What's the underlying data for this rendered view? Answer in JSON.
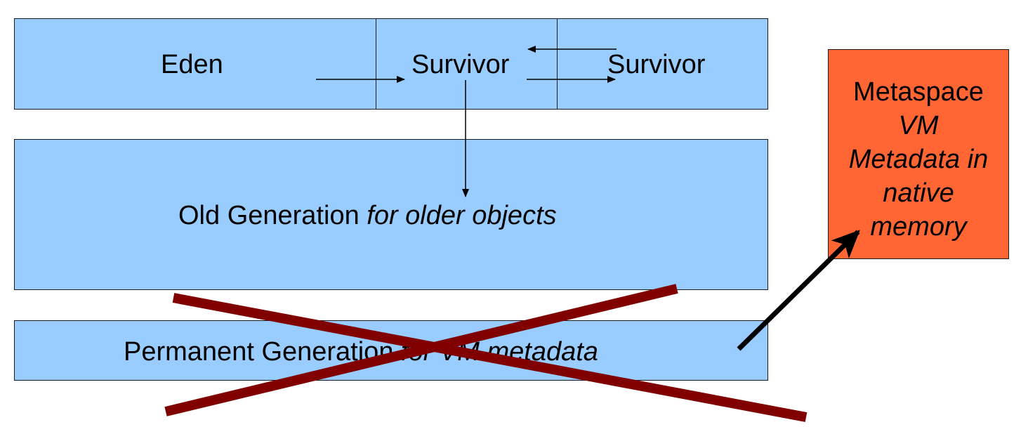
{
  "young_generation": {
    "eden_label": "Eden",
    "survivor_from_label": "Survivor",
    "survivor_to_label": "Survivor"
  },
  "old_generation": {
    "label_regular": "Old Generation ",
    "label_italic": "for older objects"
  },
  "permanent_generation": {
    "label_regular": "Permanent Generation ",
    "label_italic": "for VM metadata",
    "status": "removed (crossed out)"
  },
  "metaspace": {
    "title": "Metaspace",
    "description_lines": [
      "VM",
      "Metadata in",
      "native",
      "memory"
    ]
  },
  "colors": {
    "region_fill": "#99ccff",
    "metaspace_fill": "#ff6633",
    "cross_out": "#800000",
    "migration_arrow": "#000000"
  }
}
